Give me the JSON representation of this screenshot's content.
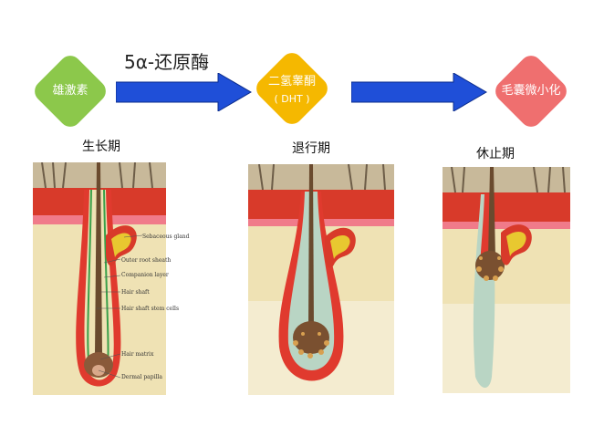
{
  "flow": {
    "step1": {
      "label": "雄激素",
      "color": "#8cc84b"
    },
    "arrow1_label": "5α-还原酶",
    "step2": {
      "label_line1": "二氢睾酮",
      "label_line2": "( DHT )",
      "color": "#f5b800"
    },
    "step3": {
      "label": "毛囊微小化",
      "color": "#ef6f6f"
    },
    "arrow_color": "#1f4fd8"
  },
  "stages": {
    "anagen": "生长期",
    "catagen": "退行期",
    "telogen": "休止期"
  },
  "annotations": [
    "Sebaceous gland",
    "Outer root sheath",
    "Companion layer",
    "Hair shaft",
    "Hair shaft stem cells",
    "Hair matrix",
    "Dermal papilla"
  ]
}
